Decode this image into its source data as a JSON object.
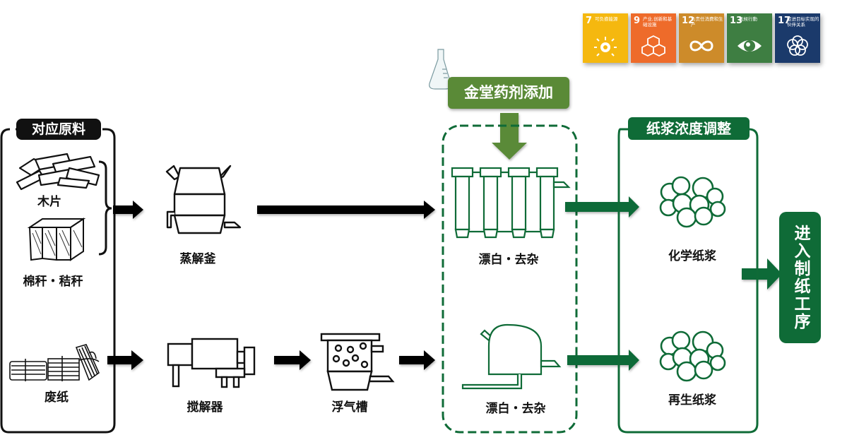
{
  "sdg_badges": [
    {
      "number": "7",
      "text": "可负擔能源",
      "color": "#f5b80f",
      "icon": "sun-power-icon"
    },
    {
      "number": "9",
      "text": "产业,创新和基础设施",
      "color": "#ee6b2a",
      "icon": "cubes-icon"
    },
    {
      "number": "12",
      "text": "负责任消费和生产",
      "color": "#cd8b2a",
      "icon": "infinity-loop-icon"
    },
    {
      "number": "13",
      "text": "氣候行動",
      "color": "#3e7e42",
      "icon": "eye-globe-icon"
    },
    {
      "number": "17",
      "text": "促进目标实现的伙伴关系",
      "color": "#1b3a6b",
      "icon": "flower-rings-icon"
    }
  ],
  "raw_materials": {
    "title": "对应原料",
    "items": [
      "木片",
      "棉秆・秸秆",
      "废纸"
    ]
  },
  "equipment": {
    "digester": "蒸解釜",
    "pulper": "搅解器",
    "flotation": "浮气槽"
  },
  "chemical_addition": {
    "label": "金堂药剂添加"
  },
  "bleaching": {
    "upper_label": "漂白・去杂",
    "lower_label": "漂白・去杂"
  },
  "pulp_adjust": {
    "title": "纸浆浓度调整",
    "chemical_pulp": "化学纸浆",
    "recycled_pulp": "再生纸浆"
  },
  "final_step": {
    "label": "进入制纸工序"
  },
  "colors": {
    "dark_green": "#0f6b37",
    "olive_green": "#5a8a37",
    "black": "#111111"
  }
}
